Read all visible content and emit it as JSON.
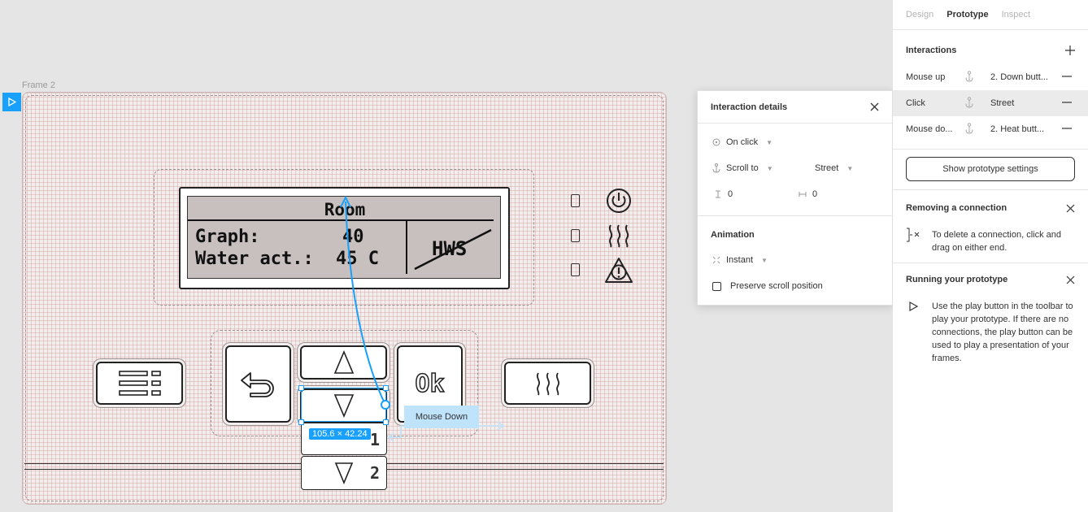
{
  "canvas": {
    "frame_name": "Frame 2",
    "lcd": {
      "title": "Room",
      "line1_label": "Graph:",
      "line1_value": "40",
      "line2_label": "Water act.:",
      "line2_value": "45 C",
      "side_label": "HWS"
    },
    "buttons": {
      "ok_label": "Ok",
      "sub1_label": "1",
      "sub2_label": "2"
    },
    "selection_size": "105.6 × 42.24",
    "trigger_tag": "Mouse Down",
    "wire_color": "#18a0fb"
  },
  "popover": {
    "title": "Interaction details",
    "trigger": "On click",
    "action": "Scroll to",
    "destination": "Street",
    "offset_y": "0",
    "offset_x": "0",
    "animation_title": "Animation",
    "animation": "Instant",
    "preserve_scroll_label": "Preserve scroll position"
  },
  "panel": {
    "tabs": [
      "Design",
      "Prototype",
      "Inspect"
    ],
    "active_tab": "Prototype",
    "interactions_title": "Interactions",
    "interactions": [
      {
        "trigger": "Mouse up",
        "destination": "2. Down butt..."
      },
      {
        "trigger": "Click",
        "destination": "Street"
      },
      {
        "trigger": "Mouse do...",
        "destination": "2. Heat butt..."
      }
    ],
    "settings_button": "Show prototype settings",
    "removing_title": "Removing a connection",
    "removing_text": "To delete a connection, click and drag on either end.",
    "running_title": "Running your prototype",
    "running_text": "Use the play button in the toolbar to play your prototype. If there are no connections, the play button can be used to play a presentation of your frames."
  },
  "colors": {
    "accent": "#18a0fb",
    "selected_row": "#ebebeb"
  }
}
